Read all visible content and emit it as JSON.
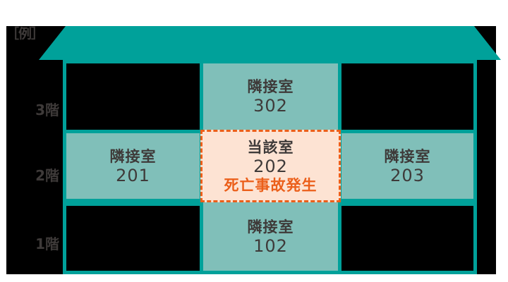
{
  "legend": "［例］",
  "colors": {
    "wall": "#00a19a",
    "neighbor_fill": "#80bfb9",
    "target_fill": "#fde3d3",
    "target_border": "#eb5f1a",
    "text": "#3e3a39",
    "incident_text": "#eb5f1a"
  },
  "floors": [
    {
      "label": "3階"
    },
    {
      "label": "2階"
    },
    {
      "label": "1階"
    }
  ],
  "rooms": {
    "r302": {
      "label": "隣接室",
      "number": "302"
    },
    "r201": {
      "label": "隣接室",
      "number": "201"
    },
    "r202": {
      "label": "当該室",
      "number": "202",
      "note": "死亡事故発生"
    },
    "r203": {
      "label": "隣接室",
      "number": "203"
    },
    "r102": {
      "label": "隣接室",
      "number": "102"
    }
  }
}
